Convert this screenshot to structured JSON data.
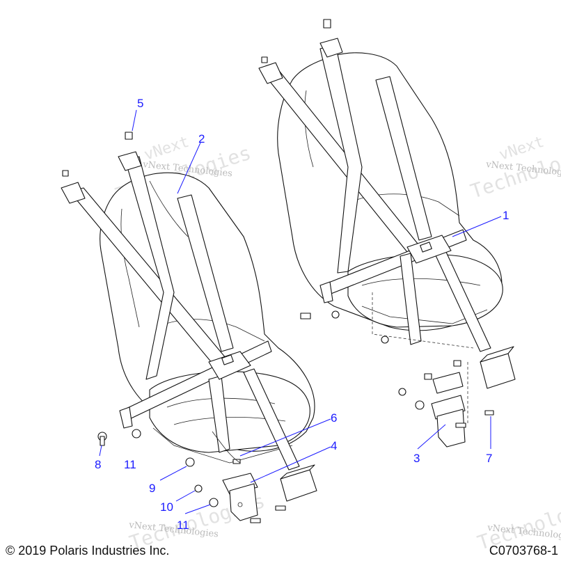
{
  "diagram": {
    "callouts": [
      {
        "id": "1",
        "label": "1"
      },
      {
        "id": "2",
        "label": "2"
      },
      {
        "id": "3",
        "label": "3"
      },
      {
        "id": "4",
        "label": "4"
      },
      {
        "id": "5",
        "label": "5"
      },
      {
        "id": "6",
        "label": "6"
      },
      {
        "id": "7",
        "label": "7"
      },
      {
        "id": "8",
        "label": "8"
      },
      {
        "id": "9",
        "label": "9"
      },
      {
        "id": "10",
        "label": "10"
      },
      {
        "id": "11a",
        "label": "11"
      },
      {
        "id": "11b",
        "label": "11"
      }
    ],
    "watermark_text": "vNext Technologies",
    "watermark_big": "Technologies",
    "watermark_big_short": "vNext",
    "colors": {
      "callout": "#1a1aff",
      "line": "#111111",
      "watermark": "#e2e2e2"
    }
  },
  "footer": {
    "copyright": "© 2019 Polaris Industries Inc.",
    "figure_id": "C0703768-1"
  }
}
